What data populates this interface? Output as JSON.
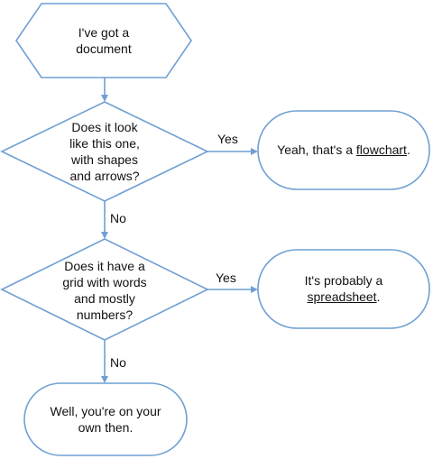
{
  "nodes": {
    "start": {
      "lines": [
        "I've got a",
        "document"
      ]
    },
    "decision1": {
      "lines": [
        "Does it look",
        "like this one,",
        "with shapes",
        "and arrows?"
      ]
    },
    "result1": {
      "prefix": "Yeah, that's a ",
      "link": "flowchart",
      "suffix": "."
    },
    "decision2": {
      "lines": [
        "Does it have a",
        "grid with words",
        "and mostly",
        "numbers?"
      ]
    },
    "result2": {
      "line1": "It's probably a",
      "link": "spreadsheet",
      "suffix": "."
    },
    "end": {
      "lines": [
        "Well, you're on your",
        "own then."
      ]
    }
  },
  "edges": {
    "d1_yes": "Yes",
    "d1_no": "No",
    "d2_yes": "Yes",
    "d2_no": "No"
  },
  "colors": {
    "stroke": "#6fa0d2",
    "text": "#111111"
  }
}
